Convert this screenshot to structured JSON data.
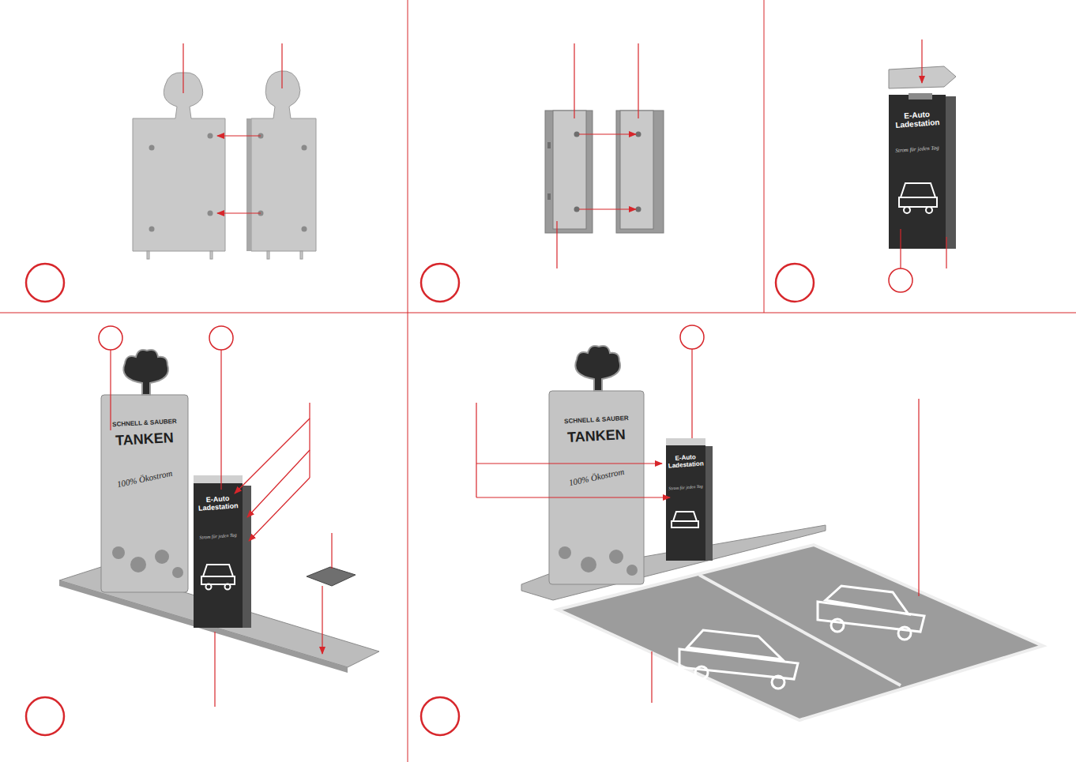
{
  "diagram": {
    "labels": [
      "E-Auto Ladestation",
      "Strom für jeden Tag",
      "SCHNELL & SAUBER",
      "TANKEN",
      "100% Ökostrom",
      "E-Auto Ladestation",
      "Strom für jeden Tag",
      "SCHNELL & SAUBER",
      "TANKEN",
      "100% Ökostrom",
      "E-Auto Ladestation",
      "Strom für jeden Tag"
    ]
  }
}
